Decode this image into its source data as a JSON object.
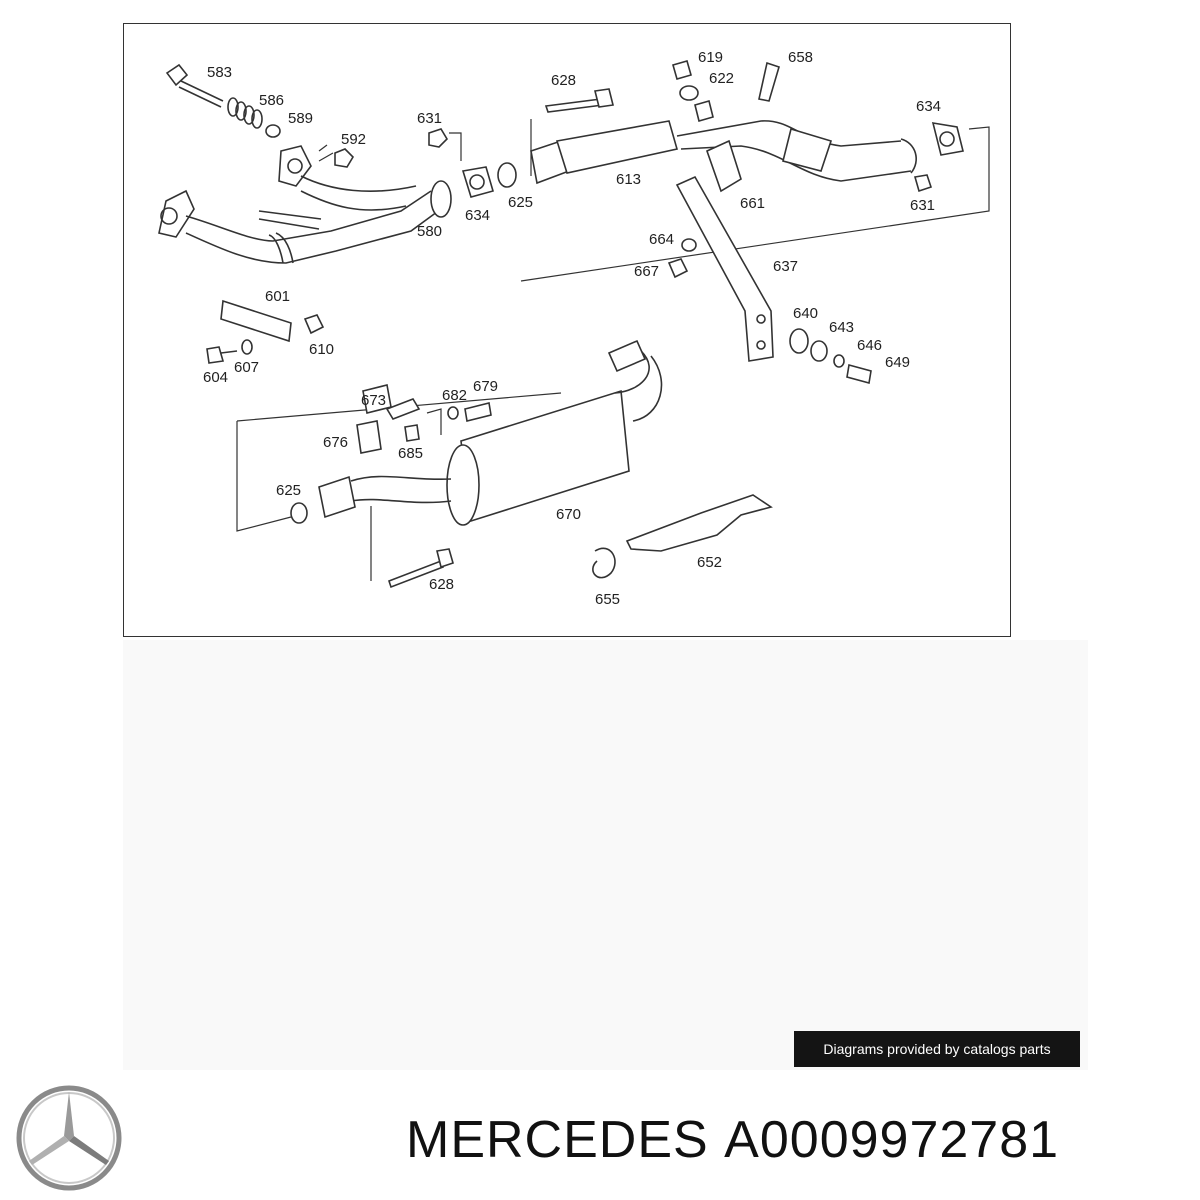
{
  "diagram": {
    "part_labels": [
      {
        "id": "583",
        "text": "583"
      },
      {
        "id": "586",
        "text": "586"
      },
      {
        "id": "589",
        "text": "589"
      },
      {
        "id": "592",
        "text": "592"
      },
      {
        "id": "631a",
        "text": "631"
      },
      {
        "id": "628a",
        "text": "628"
      },
      {
        "id": "619",
        "text": "619"
      },
      {
        "id": "622",
        "text": "622"
      },
      {
        "id": "658",
        "text": "658"
      },
      {
        "id": "634a",
        "text": "634"
      },
      {
        "id": "613",
        "text": "613"
      },
      {
        "id": "661",
        "text": "661"
      },
      {
        "id": "631b",
        "text": "631"
      },
      {
        "id": "580",
        "text": "580"
      },
      {
        "id": "634b",
        "text": "634"
      },
      {
        "id": "625a",
        "text": "625"
      },
      {
        "id": "664",
        "text": "664"
      },
      {
        "id": "667",
        "text": "667"
      },
      {
        "id": "637",
        "text": "637"
      },
      {
        "id": "601",
        "text": "601"
      },
      {
        "id": "610",
        "text": "610"
      },
      {
        "id": "604",
        "text": "604"
      },
      {
        "id": "607",
        "text": "607"
      },
      {
        "id": "640",
        "text": "640"
      },
      {
        "id": "643",
        "text": "643"
      },
      {
        "id": "646",
        "text": "646"
      },
      {
        "id": "649",
        "text": "649"
      },
      {
        "id": "673",
        "text": "673"
      },
      {
        "id": "682",
        "text": "682"
      },
      {
        "id": "679",
        "text": "679"
      },
      {
        "id": "676",
        "text": "676"
      },
      {
        "id": "685",
        "text": "685"
      },
      {
        "id": "625b",
        "text": "625"
      },
      {
        "id": "670",
        "text": "670"
      },
      {
        "id": "652",
        "text": "652"
      },
      {
        "id": "628b",
        "text": "628"
      },
      {
        "id": "655",
        "text": "655"
      }
    ]
  },
  "caption": "Diagrams provided by catalogs parts",
  "brand": {
    "name": "MERCEDES",
    "part_number": "A0009972781"
  },
  "logo_icon": "mercedes-star-icon"
}
